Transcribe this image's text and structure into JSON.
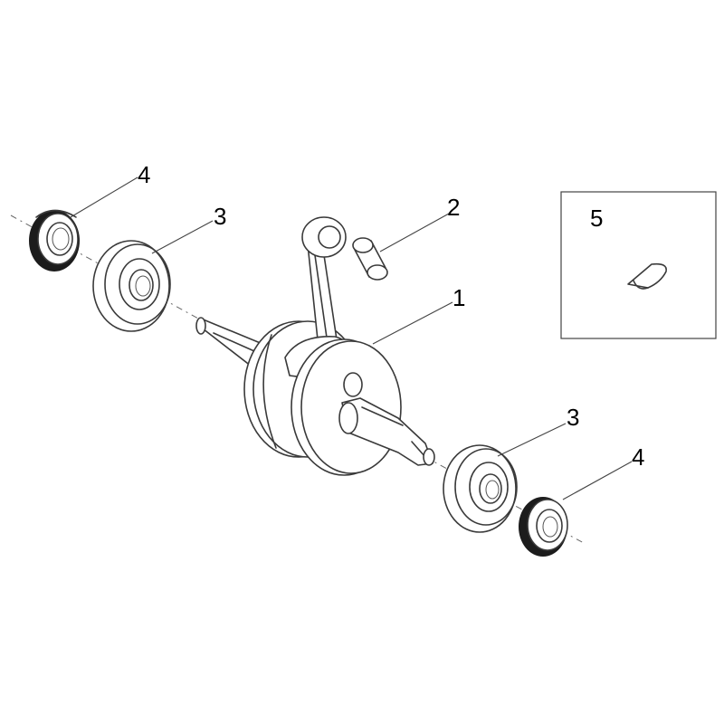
{
  "diagram": {
    "callouts": [
      {
        "id": "crankshaft",
        "label": "1"
      },
      {
        "id": "needle-bearing",
        "label": "2"
      },
      {
        "id": "ball-bearing-left",
        "label": "3"
      },
      {
        "id": "ball-bearing-right",
        "label": "3"
      },
      {
        "id": "oil-seal-left",
        "label": "4"
      },
      {
        "id": "oil-seal-right",
        "label": "4"
      },
      {
        "id": "woodruff-key",
        "label": "5"
      }
    ],
    "colors": {
      "line": "#3a3a3a",
      "seal": "#1c1c1c",
      "background": "#ffffff"
    }
  }
}
